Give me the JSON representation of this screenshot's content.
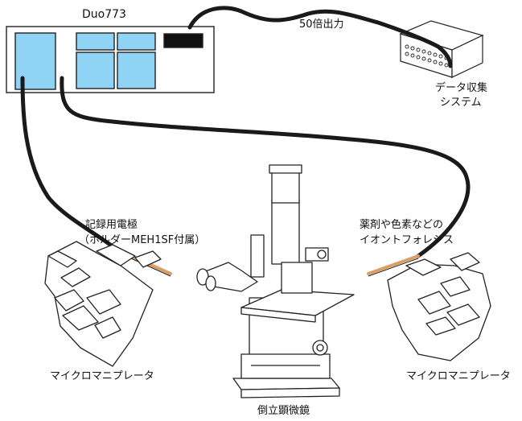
{
  "labels": {
    "device_name": "Duo773",
    "output": "50倍出力",
    "data_acq_line1": "データ収集",
    "data_acq_line2": "システム",
    "rec_electrode_line1": "記録用電極",
    "rec_electrode_line2": "（ホルダーMEH1SF付属）",
    "ionto_line1": "薬剤や色素などの",
    "ionto_line2": "イオントフォレシス",
    "manip_left": "マイクロマニプレータ",
    "manip_right": "マイクロマニプレータ",
    "microscope": "倒立顕微鏡"
  },
  "colors": {
    "panel_fill": "#8fd3f5",
    "cable": "#1a1a1a",
    "electrode_tip": "#d9a066",
    "outline": "#222222"
  }
}
